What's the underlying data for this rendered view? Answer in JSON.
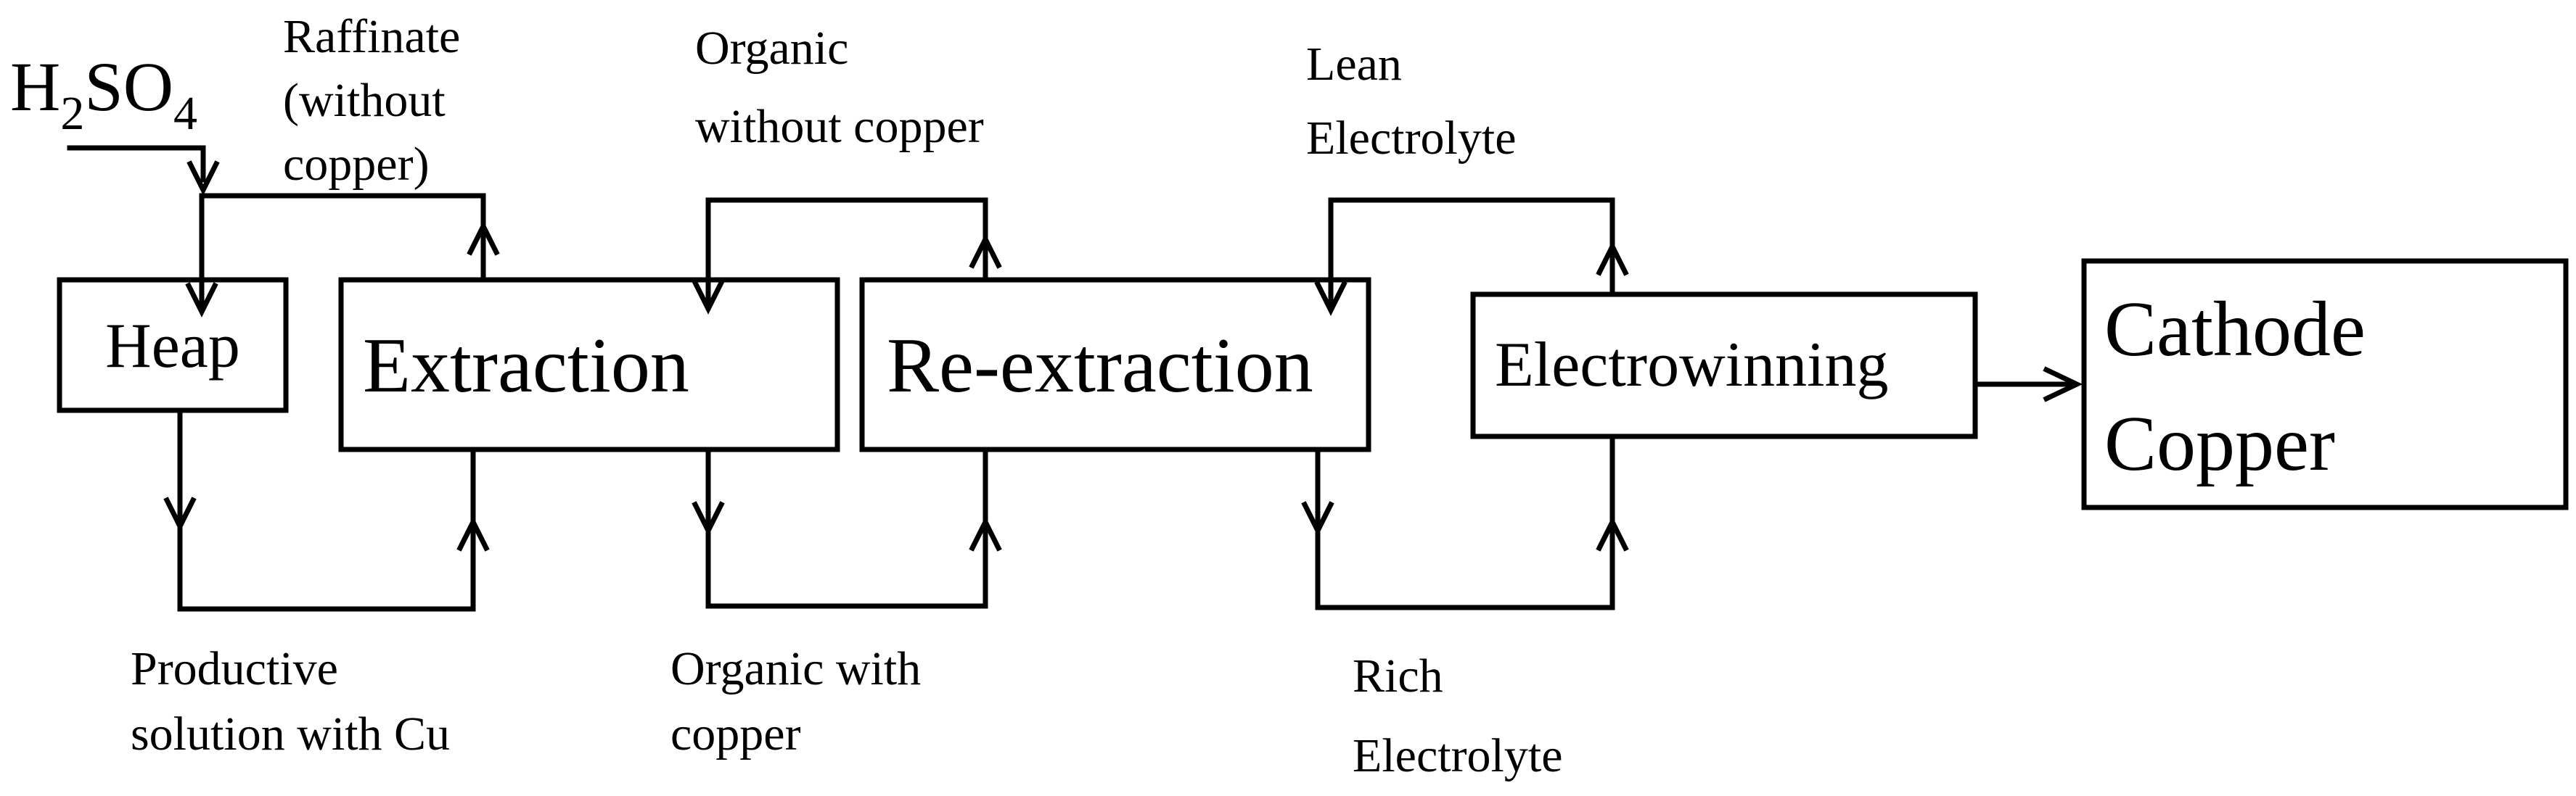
{
  "reagent": {
    "base": "H",
    "sub1": "2",
    "mid": "SO",
    "sub2": "4"
  },
  "boxes": {
    "heap": "Heap",
    "extraction": "Extraction",
    "reextraction": "Re-extraction",
    "electrowinning": "Electrowinning",
    "cathode_line1": "Cathode",
    "cathode_line2": "Copper"
  },
  "labels": {
    "raffinate": [
      "Raffinate",
      "(without",
      "copper)"
    ],
    "organic_without_copper": [
      "Organic",
      "without copper"
    ],
    "lean_electrolyte": [
      "Lean",
      "Electrolyte"
    ],
    "productive_solution": [
      "Productive",
      "solution with Cu"
    ],
    "organic_with_copper": [
      "Organic with",
      "copper"
    ],
    "rich_electrolyte": [
      "Rich",
      "Electrolyte"
    ]
  }
}
